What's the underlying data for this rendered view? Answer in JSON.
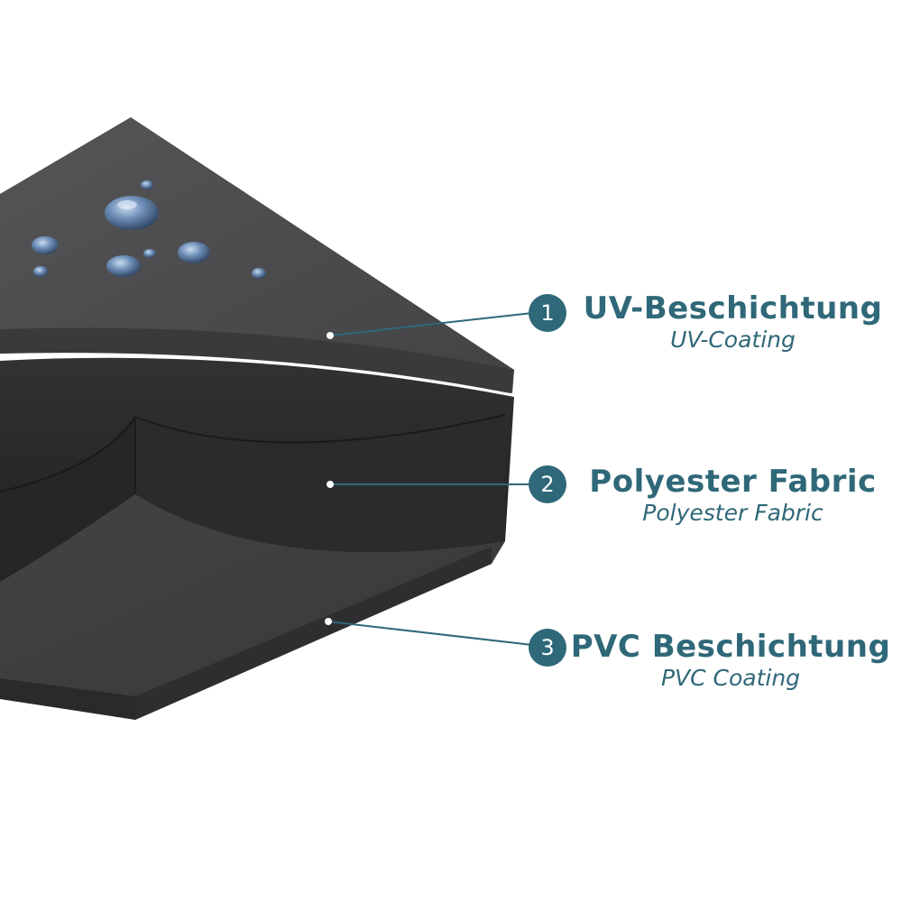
{
  "colors": {
    "accent": "#2f6878",
    "layer_top": "#4a4a4c",
    "layer_mid": "#2a2a2c",
    "layer_bottom": "#3b3b3d"
  },
  "layers": [
    {
      "number": "1",
      "title": "UV-Beschichtung",
      "subtitle": "UV-Coating"
    },
    {
      "number": "2",
      "title": "Polyester Fabric",
      "subtitle": "Polyester Fabric"
    },
    {
      "number": "3",
      "title": "PVC Beschichtung",
      "subtitle": "PVC Coating"
    }
  ],
  "decor": {
    "water_drops_icon": "water-drops-icon"
  }
}
